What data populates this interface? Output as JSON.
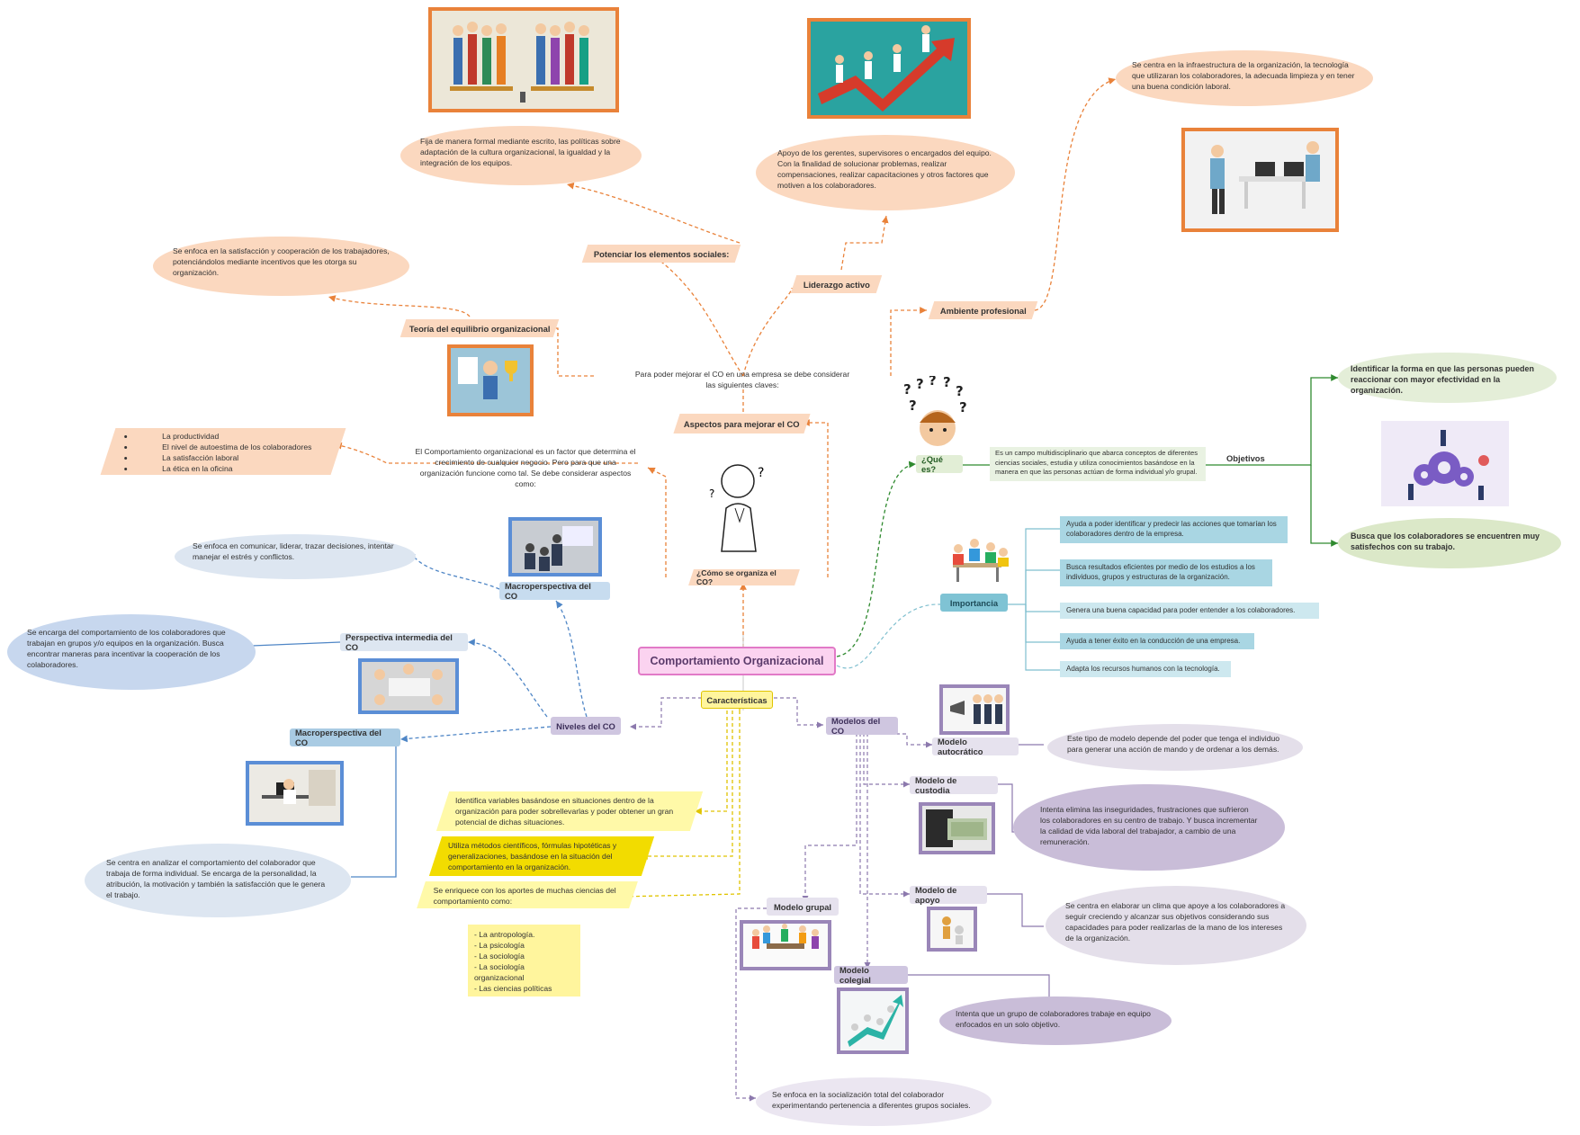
{
  "central": "Comportamiento Organizacional",
  "como": {
    "label": "¿Cómo se organiza el CO?",
    "text": "El Comportamiento organizacional es un factor que determina el crecimiento de cualquier negocio. Pero para que una organización funcione como tal. Se debe considerar aspectos como:",
    "list": [
      "La productividad",
      "El nivel de autoestima de los colaboradores",
      "La satisfacción laboral",
      "La ética en la oficina"
    ]
  },
  "aspectos": {
    "label": "Aspectos para mejorar el CO",
    "text": "Para poder mejorar el CO en una empresa se debe considerar las siguientes claves:",
    "teoria": {
      "label": "Teoría del equilibrio organizacional",
      "text": "Se enfoca en la satisfacción y cooperación de los trabajadores, potenciándolos mediante incentivos que les otorga su organización."
    },
    "potenciar": {
      "label": "Potenciar los elementos sociales:",
      "text": "Fija de manera formal mediante escrito, las políticas sobre adaptación de la cultura organizacional, la igualdad y la integración de los equipos."
    },
    "liderazgo": {
      "label": "Liderazgo activo",
      "text": "Apoyo de los gerentes, supervisores o encargados del equipo. Con la finalidad de solucionar problemas, realizar compensaciones, realizar capacitaciones y otros factores que motiven a los colaboradores."
    },
    "ambiente": {
      "label": "Ambiente profesional",
      "text": "Se centra en la infraestructura de la organización, la tecnología que utilizaran los colaboradores, la adecuada limpieza y en tener una buena condición laboral."
    }
  },
  "quees": {
    "label": "¿Qué es?",
    "text": "Es un campo multidisciplinario que abarca conceptos de diferentes ciencias sociales, estudia y utiliza conocimientos basándose en la manera en que las personas actúan de forma individual y/o grupal.",
    "objetivos_label": "Objetivos",
    "objetivo1": "Identificar la forma en que las personas pueden reaccionar con mayor efectividad en la organización.",
    "objetivo2": "Busca que los colaboradores se encuentren muy satisfechos con su trabajo."
  },
  "importancia": {
    "label": "Importancia",
    "items": [
      "Ayuda a poder identificar y predecir las acciones que tomarían los colaboradores dentro de la empresa.",
      "Busca resultados eficientes por medio de los estudios a los individuos, grupos y estructuras de la organización.",
      "Genera una buena capacidad para poder entender a los colaboradores.",
      "Ayuda a tener éxito en la conducción de una empresa.",
      "Adapta los recursos humanos con la tecnología."
    ]
  },
  "niveles": {
    "label": "Niveles del CO",
    "macro_top": {
      "label": "Macroperspectiva del CO",
      "text": "Se enfoca en comunicar, liderar, trazar decisiones, intentar manejar el estrés y conflictos."
    },
    "intermedia": {
      "label": "Perspectiva intermedia del CO",
      "text": "Se encarga del comportamiento de los colaboradores que trabajan en grupos y/o equipos en la organización. Busca encontrar maneras para incentivar la cooperación de los colaboradores."
    },
    "macro_bottom": {
      "label": "Macroperspectiva del CO",
      "text": "Se centra en analizar el comportamiento del colaborador que trabaja de forma individual. Se encarga de la personalidad, la atribución, la motivación y también la satisfacción que le genera el trabajo."
    }
  },
  "caracteristicas": {
    "label": "Características",
    "c1": "Identifica variables basándose en situaciones dentro de la organización para poder sobrellevarlas y poder obtener un gran potencial de dichas situaciones.",
    "c2": "Utiliza métodos científicos, fórmulas hipotéticas y generalizaciones, basándose en la situación del comportamiento en la organización.",
    "c3": "Se enriquece con los aportes de muchas ciencias del comportamiento como:",
    "ciencias": [
      "- La antropología.",
      "- La psicología",
      "- La sociología",
      "- La sociología organizacional",
      "- Las ciencias políticas"
    ]
  },
  "modelos": {
    "label": "Modelos del CO",
    "autocratico": {
      "label": "Modelo autocrático",
      "text": "Este tipo de modelo depende del poder que tenga el individuo para generar una acción de mando y de ordenar a los demás."
    },
    "custodia": {
      "label": "Modelo de custodia",
      "text": "Intenta elimina las inseguridades, frustraciones que sufrieron los colaboradores en su centro de trabajo. Y busca incrementar la calidad de vida laboral del trabajador, a cambio de una remuneración."
    },
    "apoyo": {
      "label": "Modelo de apoyo",
      "text": "Se centra en elaborar un clima que apoye a los colaboradores a seguir creciendo y alcanzar sus objetivos considerando sus capacidades para poder realizarlas de la mano de los intereses de la organización."
    },
    "grupal": {
      "label": "Modelo grupal",
      "text": "Se enfoca en la socialización total del colaborador experimentando pertenencia a diferentes grupos sociales."
    },
    "colegial": {
      "label": "Modelo colegial",
      "text": "Intenta que un grupo de colaboradores trabaje en equipo enfocados en un solo objetivo."
    }
  },
  "colors": {
    "orange": "#e9823a",
    "peach": "#fbd8bf",
    "green": "#2f8a2f",
    "teal": "#7fbfcf",
    "blue": "#4f86c6",
    "yellow": "#fff176",
    "purple": "#8c79ad",
    "pink": "#f7c8ea"
  }
}
